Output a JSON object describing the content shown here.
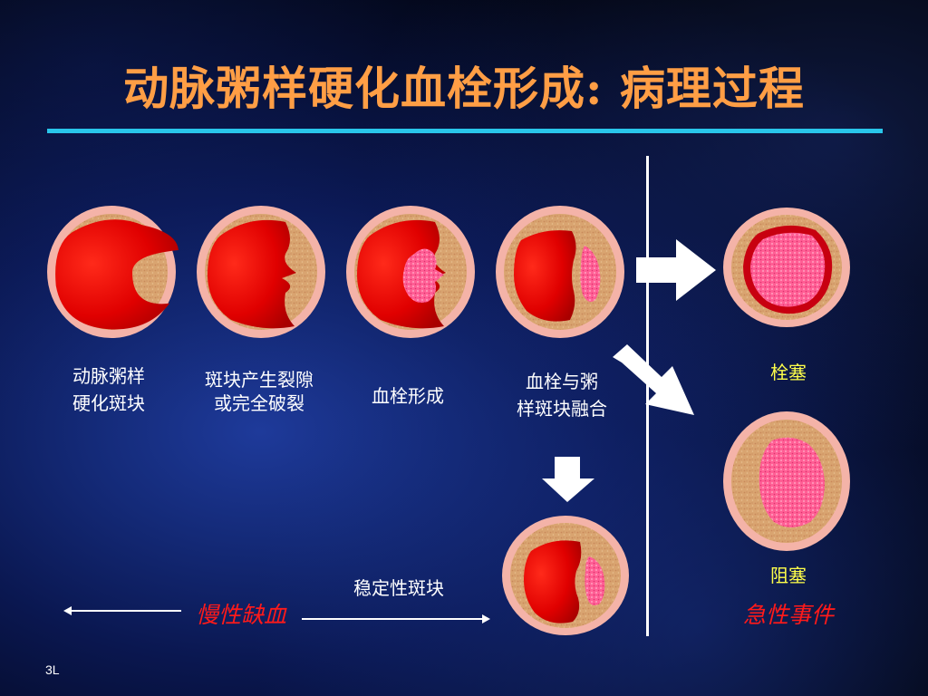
{
  "title": "动脉粥样硬化血栓形成: 病理过程",
  "stages": [
    {
      "line1": "动脉粥样",
      "line2": "硬化斑块"
    },
    {
      "line1": "斑块产生裂隙",
      "line2": "或完全破裂"
    },
    {
      "line1": "血栓形成",
      "line2": ""
    },
    {
      "line1": "血栓与粥",
      "line2": "样斑块融合"
    }
  ],
  "outcomes": {
    "embolism": "栓塞",
    "occlusion": "阻塞",
    "stable_plaque": "稳定性斑块",
    "chronic_ischemia": "慢性缺血",
    "acute_event": "急性事件"
  },
  "page_number": "3L",
  "colors": {
    "title": "#ff9e45",
    "rule": "#29c6ea",
    "blood": "#e60000",
    "plaque": "#d8a070",
    "vessel_rim": "#f4b3a8",
    "thrombus": "#ff6fa0",
    "yellow_label": "#ffff4a",
    "red_label": "#ff1a1a"
  }
}
